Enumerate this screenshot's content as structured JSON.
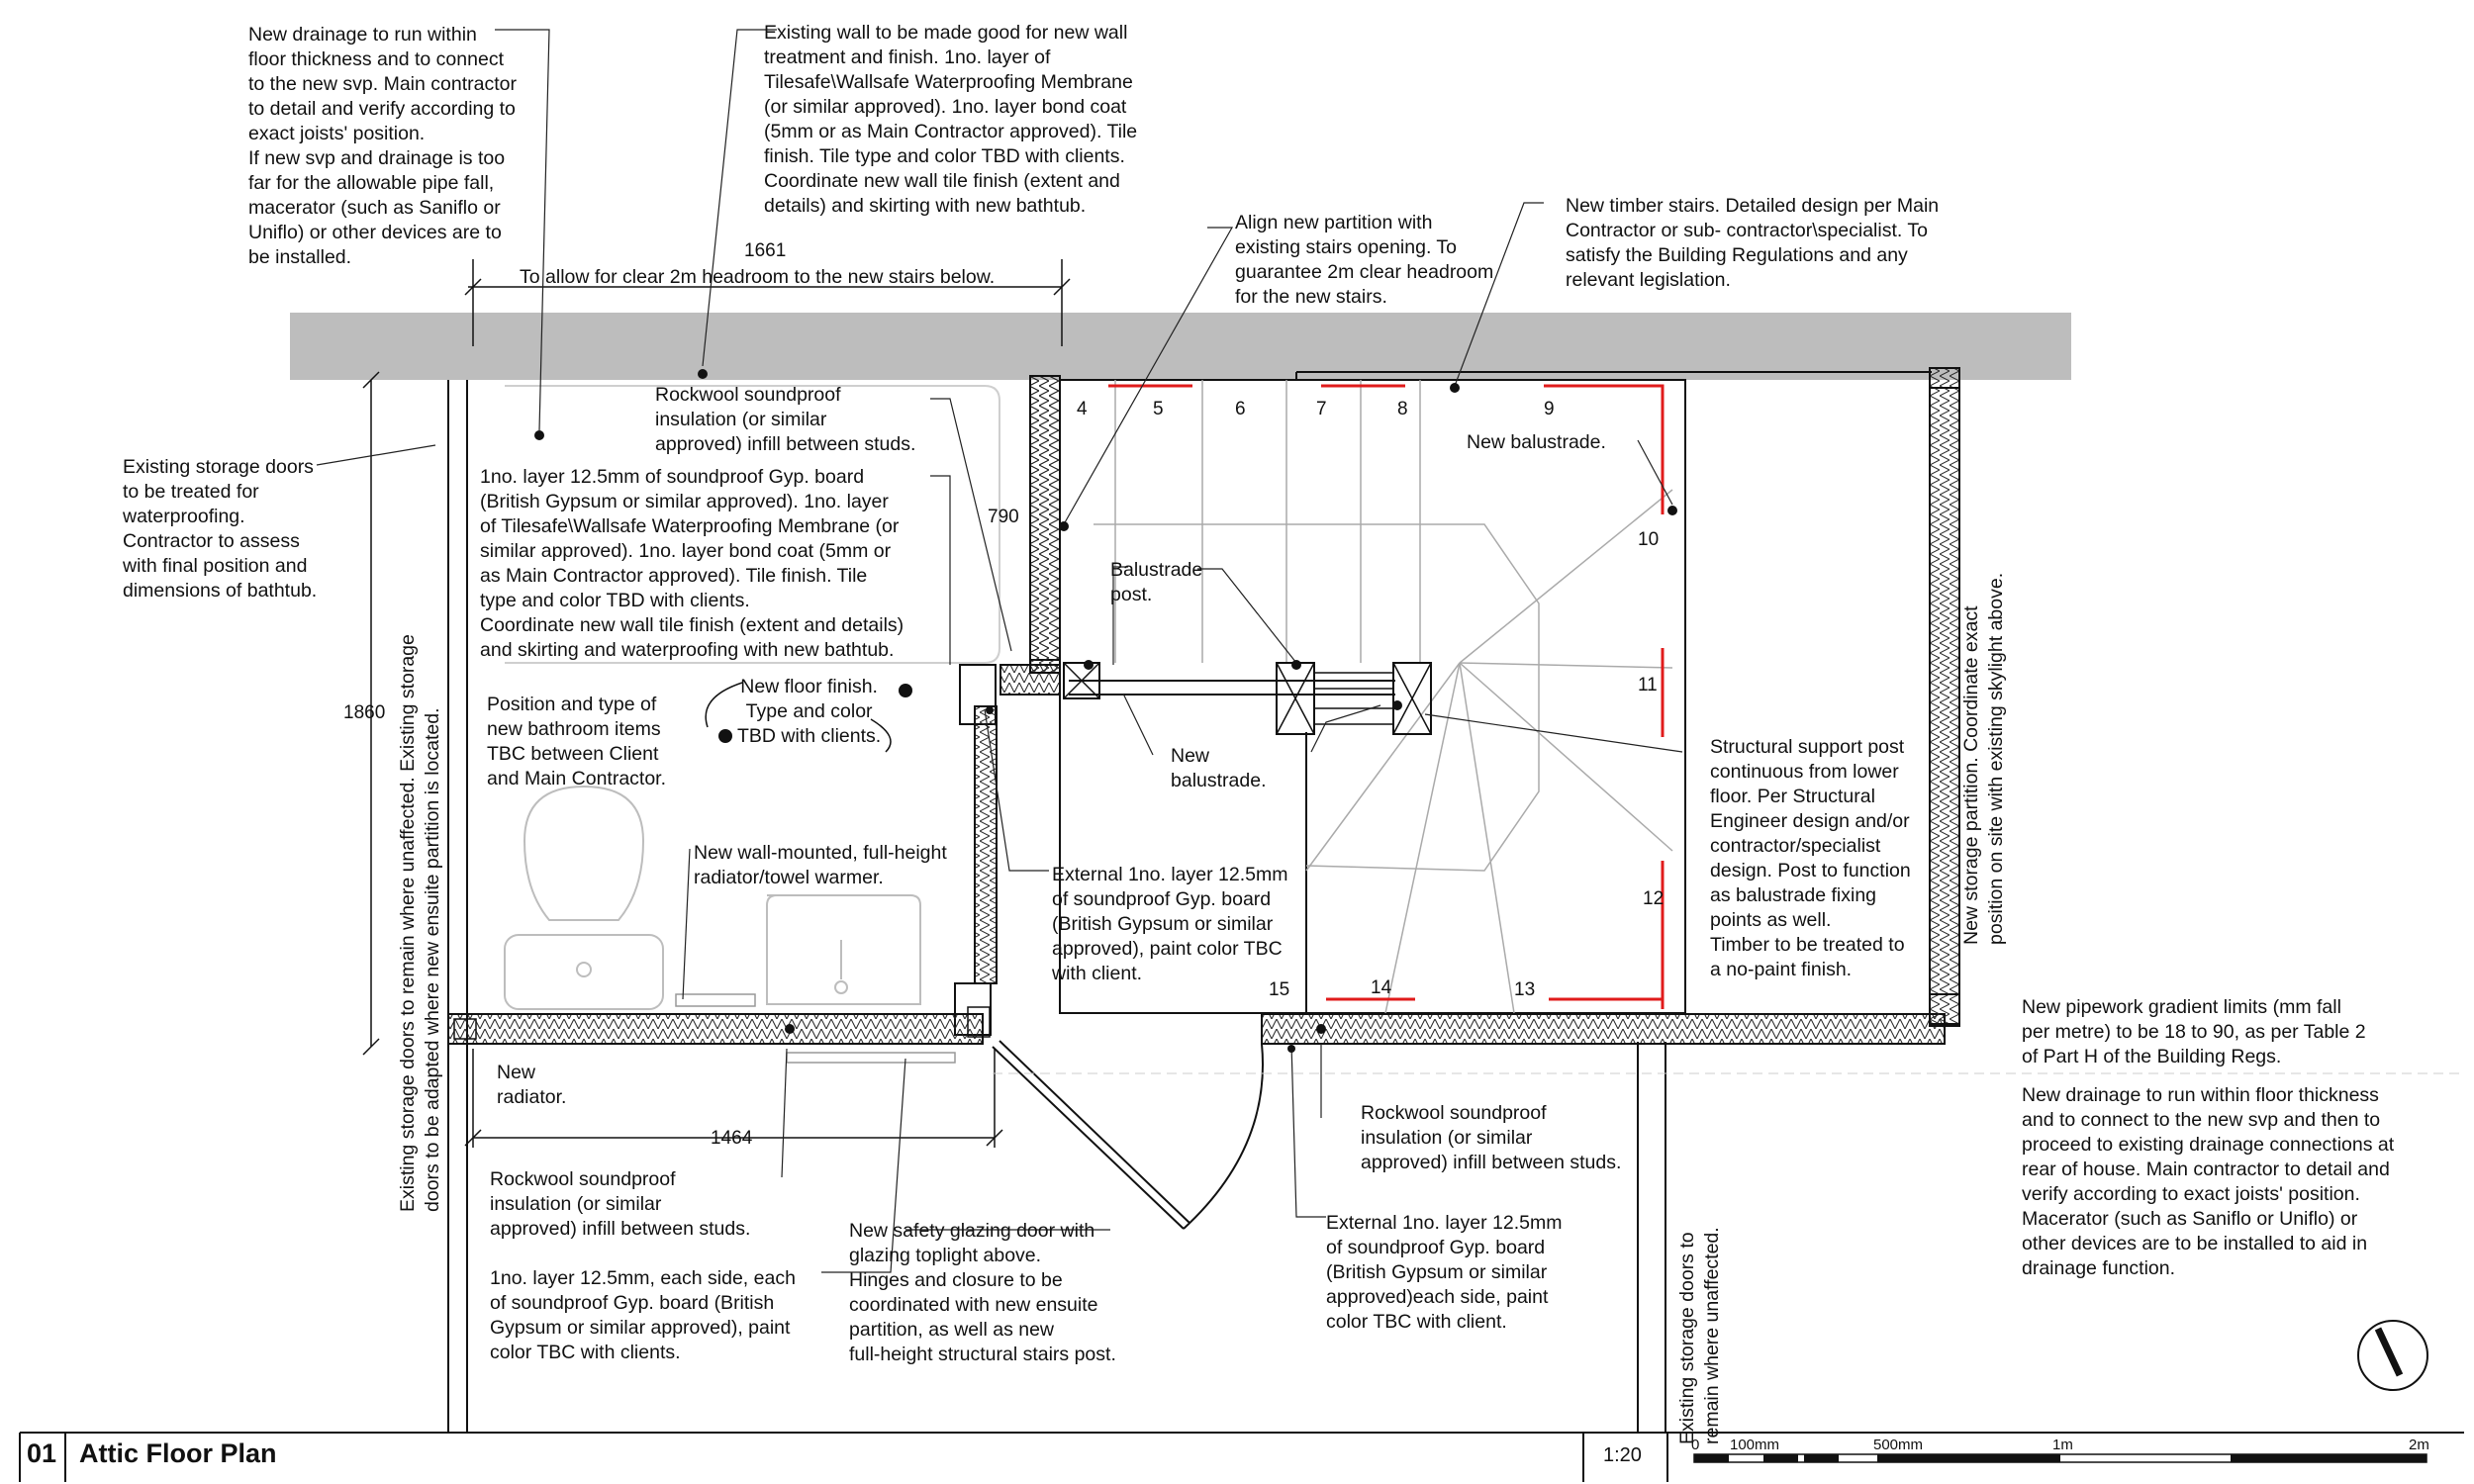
{
  "drawing": {
    "number": "01",
    "title": "Attic Floor Plan",
    "scale": "1:20",
    "scalebar_labels": [
      "0",
      "100mm",
      "500mm",
      "1m",
      "2m"
    ]
  },
  "dimensions": {
    "top_width": "1661",
    "top_note": "To allow for clear 2m headroom to the new stairs below.",
    "left_height": "1860",
    "bottom_width": "1464",
    "stair_gap": "790"
  },
  "stair_steps": [
    "4",
    "5",
    "6",
    "7",
    "8",
    "9",
    "10",
    "11",
    "12",
    "13",
    "14",
    "15"
  ],
  "notes": {
    "drainage_top": "New drainage to run within\nfloor thickness and to connect\nto the new svp. Main contractor\nto detail and verify according to\nexact joists' position.\nIf new svp and drainage is too\nfar for the allowable pipe fall,\nmacerator (such as Saniflo or\nUniflo) or other devices are to\nbe installed.",
    "existing_wall": "Existing wall to be made good for new wall\ntreatment and finish. 1no. layer of\nTilesafe\\Wallsafe Waterproofing Membrane\n(or similar approved). 1no. layer bond coat\n(5mm or as Main Contractor approved). Tile\nfinish. Tile type and color TBD with clients.\nCoordinate new wall tile finish (extent and\ndetails) and skirting with new bathtub.",
    "align_partition": "Align new partition with\nexisting stairs opening. To\nguarantee 2m clear headroom\nfor the new stairs.",
    "timber_stairs": "New timber stairs. Detailed design per Main\nContractor or sub- contractor\\specialist. To\nsatisfy the Building Regulations and any\nrelevant legislation.",
    "storage_doors_waterproof": "Existing storage doors\nto be treated for\nwaterproofing.\nContractor to assess\nwith final position and\ndimensions of bathtub.",
    "rockwool_top": "Rockwool soundproof\ninsulation (or similar\napproved) infill between studs.",
    "gyp_board_wall": "1no. layer 12.5mm of soundproof Gyp. board\n(British Gypsum or similar approved). 1no. layer\nof Tilesafe\\Wallsafe Waterproofing Membrane (or\nsimilar approved). 1no. layer bond coat (5mm or\nas Main Contractor approved). Tile finish. Tile\ntype and color TBD with clients.\nCoordinate new wall tile finish (extent and details)\nand skirting and waterproofing with new bathtub.",
    "new_balustrade_right": "New balustrade.",
    "balustrade_post": "Balustrade\npost.",
    "bathroom_items": "Position and type of\nnew bathroom items\nTBC between Client\nand Main Contractor.",
    "floor_finish": "New floor finish.\nType and color\nTBD with clients.",
    "new_balustrade_center": "New\nbalustrade.",
    "structural_post": "Structural support post\ncontinuous from lower\nfloor. Per Structural\nEngineer design and/or\ncontractor/specialist\ndesign. Post to function\nas balustrade fixing\npoints as well.\nTimber to be treated to\na no-paint finish.",
    "radiator_towel": "New wall-mounted, full-height\nradiator/towel warmer.",
    "external_gyp_left": "External 1no. layer 12.5mm\nof soundproof Gyp. board\n(British Gypsum or similar\napproved), paint color TBC\nwith client.",
    "new_radiator": "New\nradiator.",
    "rockwool_bottom_left": "Rockwool soundproof\ninsulation (or similar\napproved) infill between studs.",
    "gyp_each_side_left": "1no. layer 12.5mm, each side, each\nof soundproof Gyp. board (British\nGypsum or similar approved), paint\ncolor TBC with clients.",
    "safety_door": "New safety glazing door with\nglazing toplight above.\nHinges and closure to be\ncoordinated with new ensuite\npartition, as well as new\nfull-height structural stairs post.",
    "rockwool_bottom_right": "Rockwool soundproof\ninsulation (or similar\napproved) infill between studs.",
    "external_gyp_right": "External 1no. layer 12.5mm\nof soundproof Gyp. board\n(British Gypsum or similar\napproved)each side, paint\ncolor TBC with client.",
    "pipework_gradient": "New pipework gradient limits (mm fall\nper metre) to be 18 to 90, as per Table 2\nof Part H of the Building Regs.",
    "drainage_right": "New drainage to run within floor thickness\nand to connect to the new svp and then to\nproceed to existing drainage connections at\nrear of house. Main contractor to detail and\nverify according to exact joists' position.\nMacerator (such as Saniflo or Uniflo) or\nother devices are to be installed to aid in\ndrainage function.",
    "storage_doors_left_vertical": "Existing storage doors to remain where unaffected. Existing storage\ndoors to be adapted where new ensuite partition is located.",
    "storage_partition_vertical": "New storage partition. Coordinate exact\nposition on site with existing skylight above.",
    "storage_doors_bottom_vertical": "Existing storage doors to\nremain where unaffected."
  },
  "colors": {
    "line": "#111111",
    "existing_wall_fill": "#bdbdbd",
    "stair_nosing": "#e01b1b",
    "grey_line": "#9a9a9a"
  }
}
